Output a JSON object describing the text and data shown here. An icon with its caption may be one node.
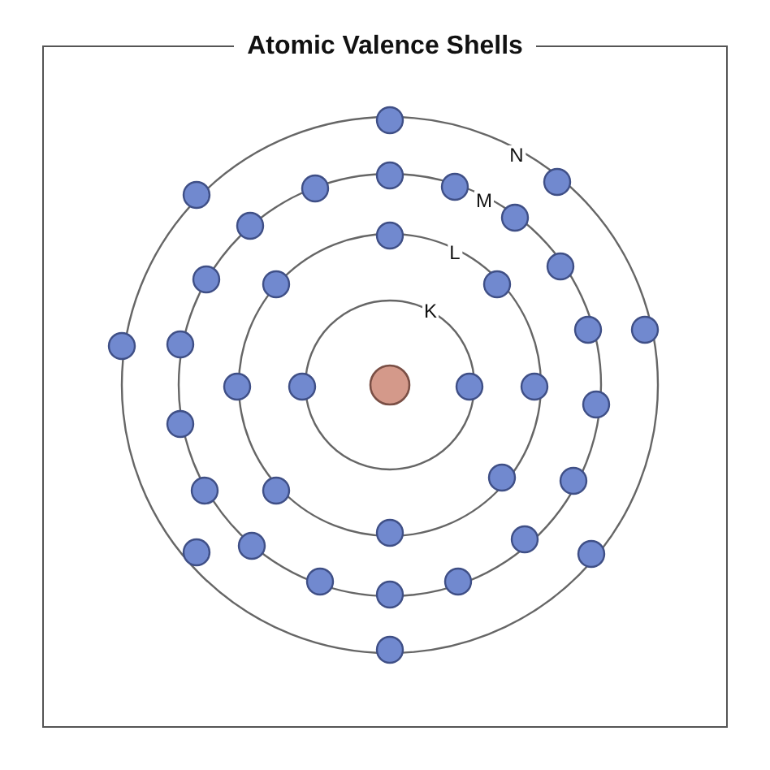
{
  "diagram": {
    "title": "Atomic Valence Shells",
    "labels": [
      "N",
      "M",
      "L",
      "K"
    ]
  }
}
